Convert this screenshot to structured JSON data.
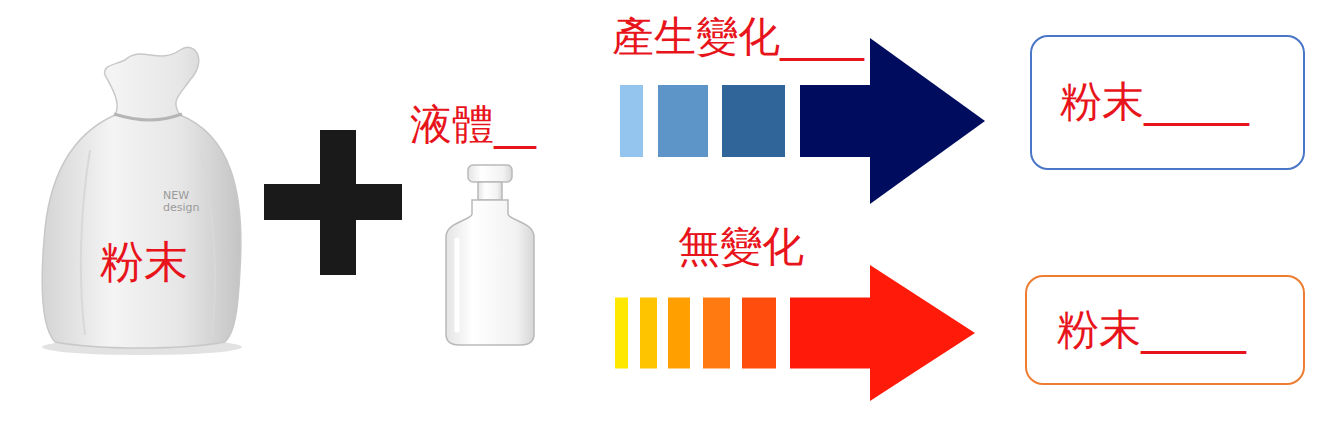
{
  "diagram": {
    "nodes": [
      {
        "text": [
          "NEW design",
          "粉末"
        ]
      },
      {
        "text": [
          "液體__"
        ]
      },
      {
        "text": [
          "粉末_____"
        ]
      },
      {
        "text": [
          "粉末_____"
        ]
      }
    ],
    "edges": [
      {
        "from": 1,
        "to": 2,
        "arrow": "to",
        "label": "產生變化____"
      },
      {
        "from": 1,
        "to": 3,
        "arrow": "to",
        "label": "無變化"
      }
    ]
  }
}
